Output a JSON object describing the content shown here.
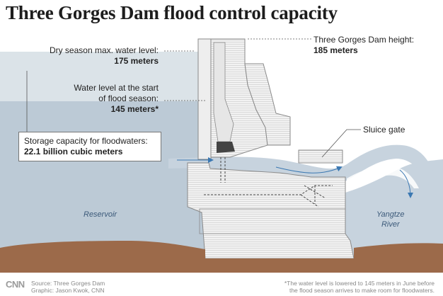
{
  "title": "Three Gorges Dam flood control capacity",
  "labels": {
    "dry_season_line1": "Dry season max. water level:",
    "dry_season_value": "175 meters",
    "flood_start_line1": "Water level at the start",
    "flood_start_line2": "of flood season:",
    "flood_start_value": "145 meters*",
    "dam_height_line1": "Three Gorges Dam height:",
    "dam_height_value": "185 meters",
    "storage_line1": "Storage capacity for floodwaters:",
    "storage_value": "22.1 billion cubic meters",
    "sluice_gate": "Sluice gate",
    "reservoir": "Reservoir",
    "river_line1": "Yangtze",
    "river_line2": "River"
  },
  "footer": {
    "logo": "CNN",
    "source": "Source: Three Gorges Dam",
    "graphic": "Graphic: Jason Kwok, CNN",
    "note_line1": "*The water level is lowered to 145 meters in June before",
    "note_line2": "the flood season arrives to make room for floodwaters."
  },
  "colors": {
    "water_upper": "#dbe3e8",
    "water_lower": "#bccad6",
    "river": "#c7d3de",
    "ground": "#9c6a4a",
    "dam": "#f0f0f0",
    "dam_stroke": "#8a8a8a",
    "flow_arrow": "#3b78b2"
  }
}
